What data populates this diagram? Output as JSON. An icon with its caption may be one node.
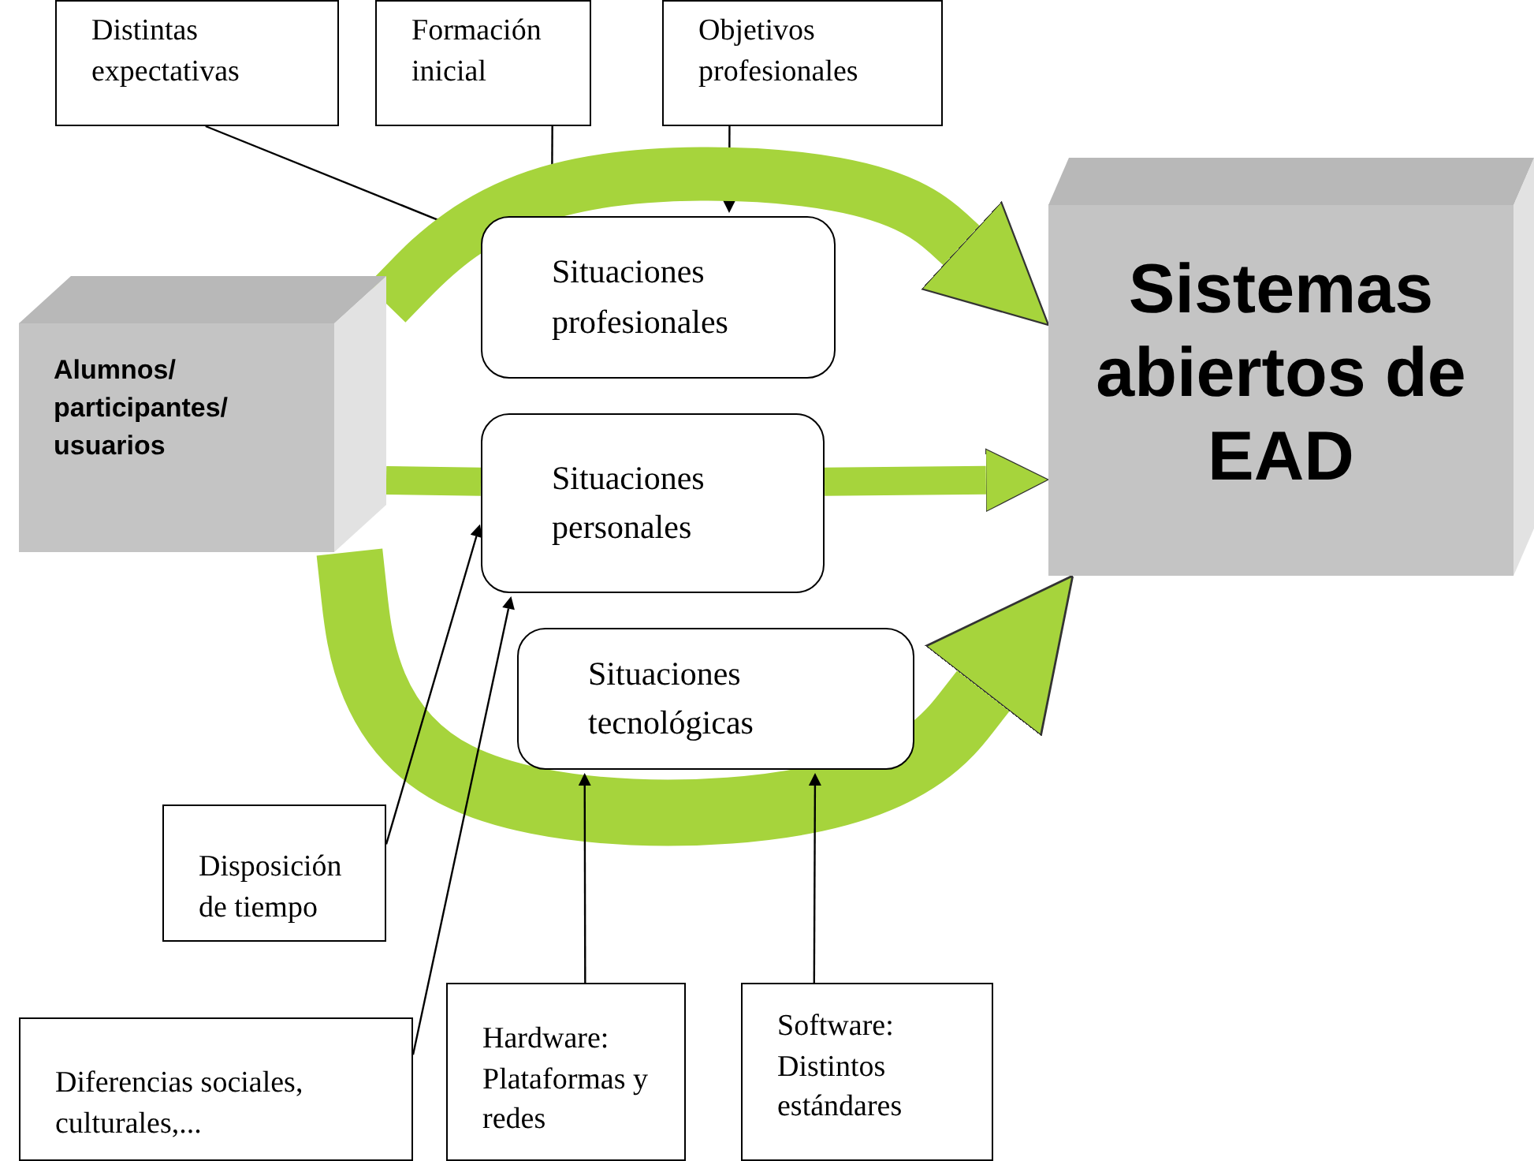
{
  "diagram": {
    "nodes": [
      {
        "text": [
          "Distintas expectativas"
        ]
      },
      {
        "text": [
          "Formación inicial"
        ]
      },
      {
        "text": [
          "Objetivos profesionales"
        ]
      },
      {
        "text": [
          "Alumnos/ participantes/ usuarios"
        ]
      },
      {
        "text": [
          "Situaciones profesionales"
        ]
      },
      {
        "text": [
          "Situaciones personales"
        ]
      },
      {
        "text": [
          "Situaciones tecnológicas"
        ]
      },
      {
        "text": [
          "Sistemas abiertos de EAD"
        ]
      },
      {
        "text": [
          "Disposición de tiempo"
        ]
      },
      {
        "text": [
          "Diferencias sociales, culturales,..."
        ]
      },
      {
        "text": [
          "Hardware: Plataformas y redes"
        ]
      },
      {
        "text": [
          "Software: Distintos estándares"
        ]
      }
    ],
    "edges": [
      {
        "from": 0,
        "to": 4,
        "arrow": "to"
      },
      {
        "from": 1,
        "to": 4,
        "arrow": "to"
      },
      {
        "from": 2,
        "to": 4,
        "arrow": "to"
      },
      {
        "from": 3,
        "to": 7,
        "arrow": "to",
        "style": "thick",
        "color": "#a6d43c"
      },
      {
        "from": 3,
        "to": 5,
        "arrow": "none",
        "style": "thick",
        "color": "#a6d43c"
      },
      {
        "from": 3,
        "to": 7,
        "arrow": "to",
        "style": "thick",
        "color": "#a6d43c"
      },
      {
        "from": 5,
        "to": 7,
        "arrow": "to",
        "style": "thick",
        "color": "#a6d43c"
      },
      {
        "from": 8,
        "to": 5,
        "arrow": "to"
      },
      {
        "from": 9,
        "to": 5,
        "arrow": "to"
      },
      {
        "from": 10,
        "to": 6,
        "arrow": "to"
      },
      {
        "from": 11,
        "to": 6,
        "arrow": "to"
      }
    ]
  }
}
